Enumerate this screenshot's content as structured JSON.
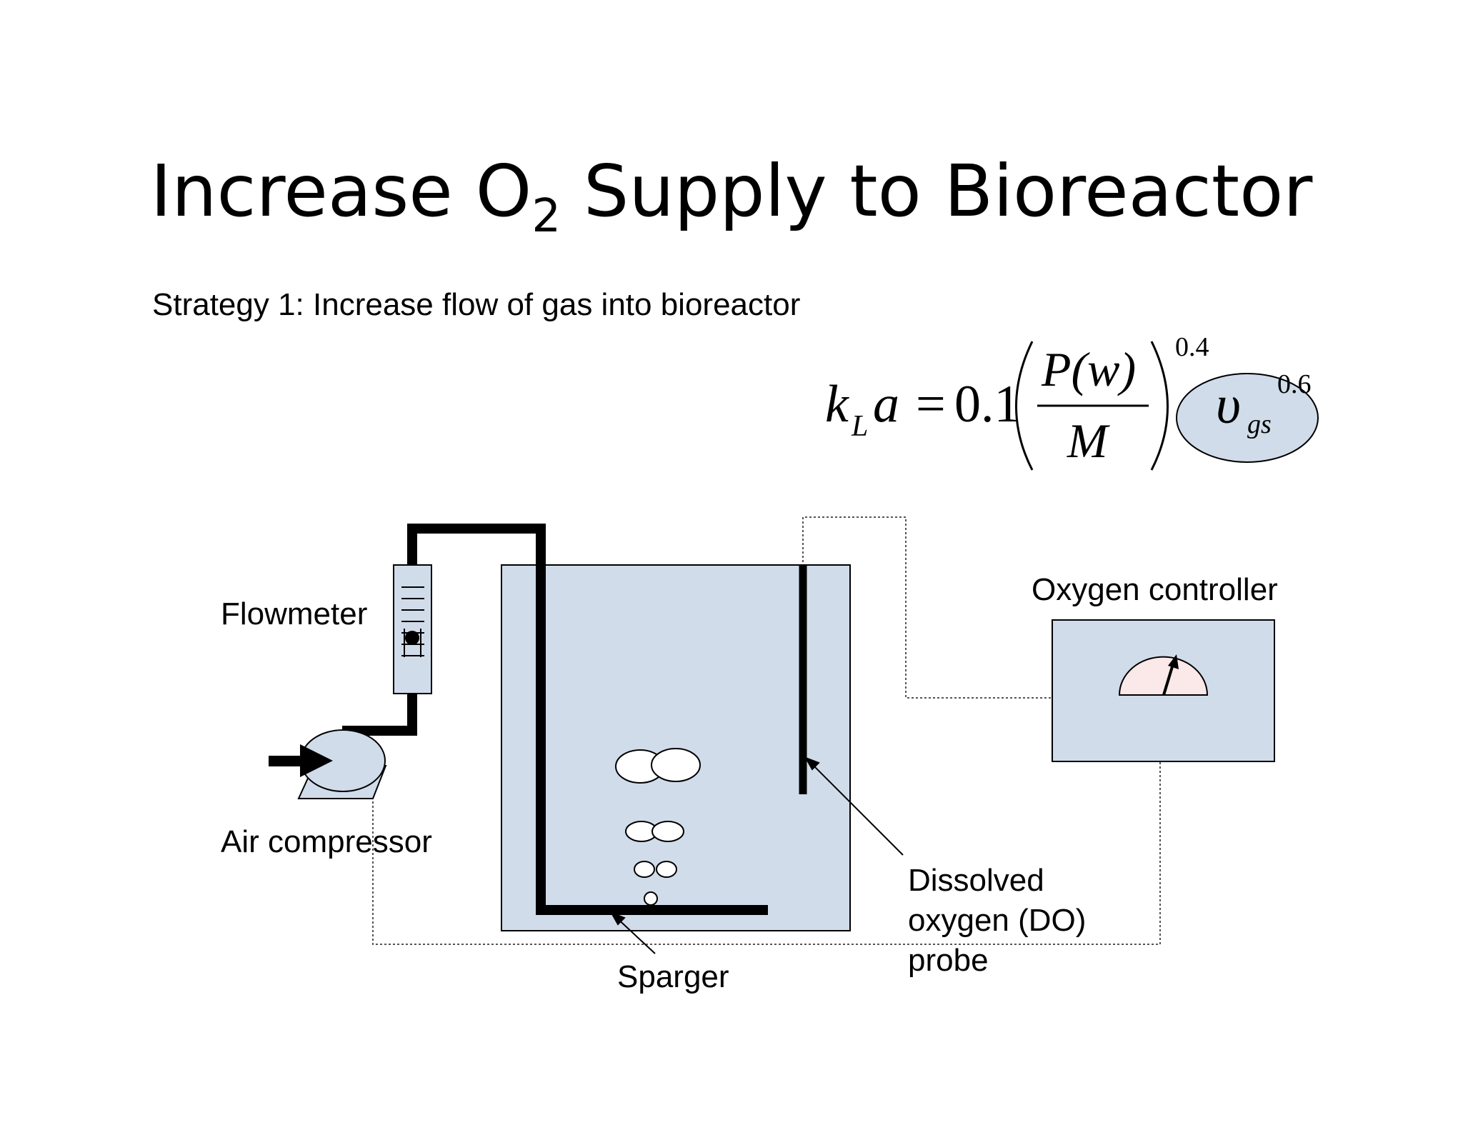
{
  "slide": {
    "title_prefix": "Increase O",
    "title_subscript": "2",
    "title_suffix": " Supply to Bioreactor",
    "subtitle": "Strategy 1:  Increase flow of gas into bioreactor"
  },
  "equation": {
    "lhs_k": "k",
    "lhs_k_sub": "L",
    "lhs_a": "a",
    "equals": "=",
    "coefficient": "0.1",
    "numerator": "P(w)",
    "denominator": "M",
    "exponent_1": "0.4",
    "velocity_symbol": "υ",
    "velocity_sub": "gs",
    "exponent_2": "0.6",
    "highlight_color": "#d1dcea"
  },
  "labels": {
    "flowmeter": "Flowmeter",
    "air_compressor": "Air compressor",
    "sparger": "Sparger",
    "do_probe_line1": "Dissolved",
    "do_probe_line2": "oxygen (DO)",
    "do_probe_line3": "probe",
    "oxygen_controller": "Oxygen controller"
  },
  "colors": {
    "vessel_fill": "#d1dcea",
    "gauge_fill": "#fbe8e8",
    "pipe": "#000000"
  }
}
